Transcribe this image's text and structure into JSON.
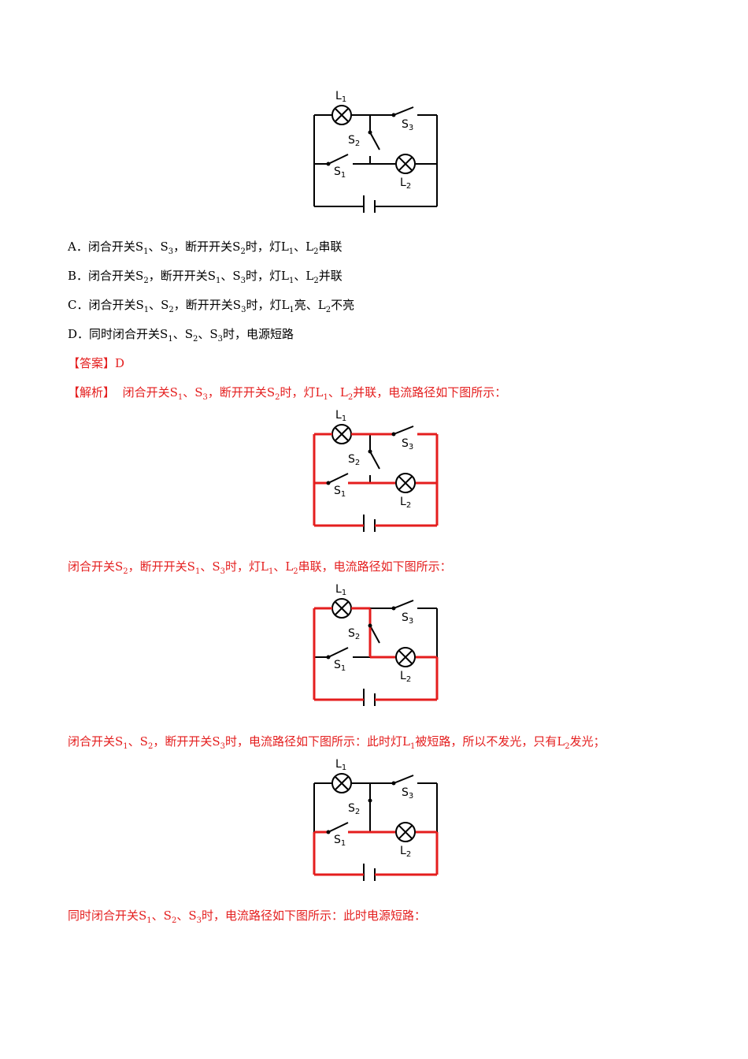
{
  "options": [
    {
      "letter": "A",
      "parts": [
        "．闭合开关S",
        "1",
        "、S",
        "3",
        "，断开开关S",
        "2",
        "时，灯L",
        "1",
        "、L",
        "2",
        "串联"
      ]
    },
    {
      "letter": "B",
      "parts": [
        "．闭合开关S",
        "2",
        "，断开开关S",
        "1",
        "、S",
        "3",
        "时，灯L",
        "1",
        "、L",
        "2",
        "并联"
      ]
    },
    {
      "letter": "C",
      "parts": [
        "．闭合开关S",
        "1",
        "、S",
        "2",
        "，断开开关S",
        "3",
        "时，灯L",
        "1",
        "亮、L",
        "2",
        "不亮"
      ]
    },
    {
      "letter": "D",
      "parts": [
        "．同时闭合开关S",
        "1",
        "、S",
        "2",
        "、S",
        "3",
        "时，电源短路"
      ]
    }
  ],
  "answer": {
    "tag": "【答案】",
    "value": "D"
  },
  "analysis": {
    "tag": "【解析】",
    "p1": [
      "闭合开关S",
      "1",
      "、S",
      "3",
      "，断开开关S",
      "2",
      "时，灯L",
      "1",
      "、L",
      "2",
      "并联，电流路径如下图所示："
    ],
    "p2": [
      "闭合开关S",
      "2",
      "，断开开关S",
      "1",
      "、S",
      "3",
      "时，灯L",
      "1",
      "、L",
      "2",
      "串联，电流路径如下图所示："
    ],
    "p3": [
      "闭合开关S",
      "1",
      "、S",
      "2",
      "，断开开关S",
      "3",
      "时，电流路径如下图所示：此时灯L",
      "1",
      "被短路，所以不发光，只有L",
      "2",
      "发光；"
    ],
    "p4": [
      "同时闭合开关S",
      "1",
      "、S",
      "2",
      "、S",
      "3",
      "时，电流路径如下图所示：此时电源短路："
    ]
  },
  "circuit_labels": {
    "L": "L",
    "S": "S",
    "n1": "1",
    "n2": "2",
    "n3": "3"
  },
  "colors": {
    "highlight": "#e41e1e",
    "text": "#000000"
  }
}
